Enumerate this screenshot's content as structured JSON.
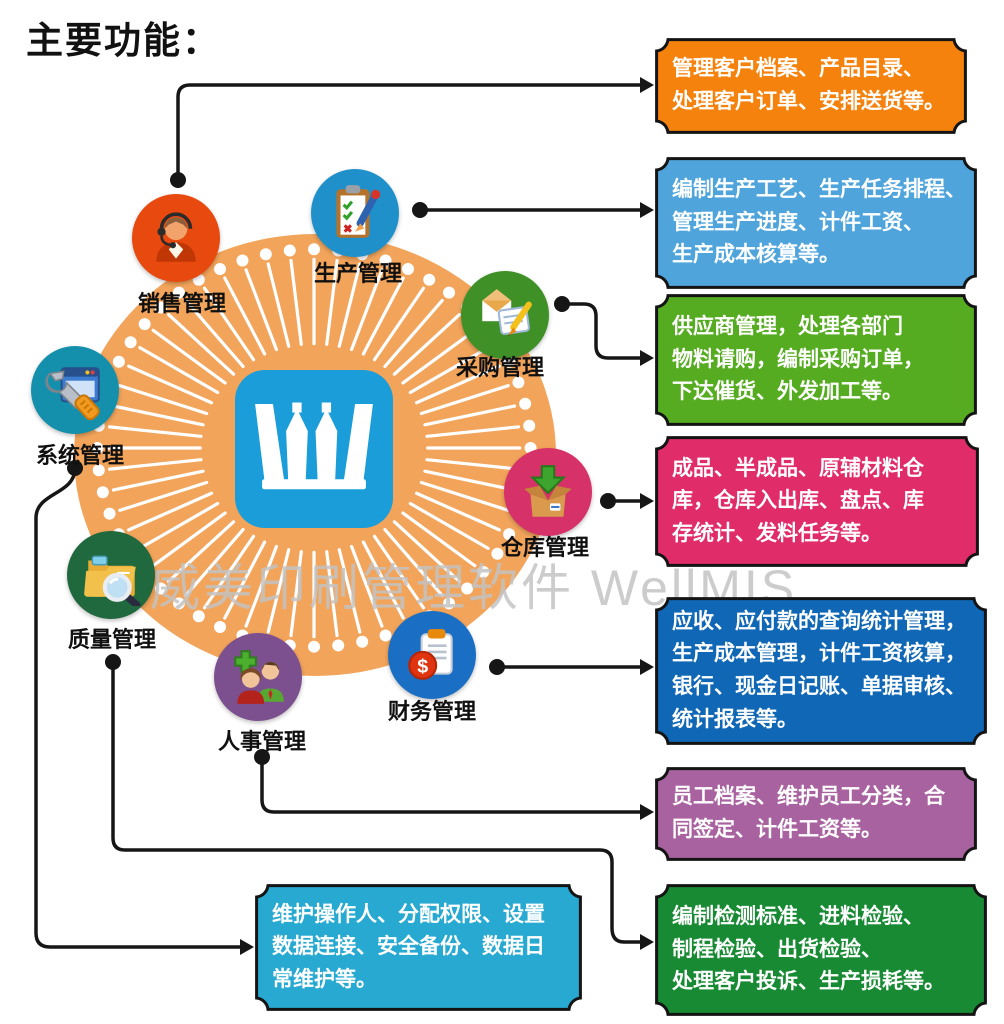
{
  "title": "主要功能：",
  "watermark": "威美印刷管理软件 WellMIS",
  "hub": {
    "color": "#F2A45B",
    "ray_color": "#FFFFFF",
    "logo_color": "#1B9DD9",
    "logo_letter": "W"
  },
  "modules": [
    {
      "label": "销售管理",
      "color": "#E8490F",
      "icon": "headset-person-icon"
    },
    {
      "label": "生产管理",
      "color": "#2090CB",
      "icon": "clipboard-check-icon"
    },
    {
      "label": "采购管理",
      "color": "#3F9027",
      "icon": "mail-pencil-icon"
    },
    {
      "label": "仓库管理",
      "color": "#D63168",
      "icon": "box-download-icon"
    },
    {
      "label": "财务管理",
      "color": "#1A6FC4",
      "icon": "dollar-note-icon"
    },
    {
      "label": "人事管理",
      "color": "#7C4F8E",
      "icon": "people-plus-icon"
    },
    {
      "label": "质量管理",
      "color": "#20683E",
      "icon": "folder-magnifier-icon"
    },
    {
      "label": "系统管理",
      "color": "#1590AC",
      "icon": "wrench-window-icon"
    }
  ],
  "function_boxes": [
    {
      "module": "销售管理",
      "color": "#F5820D",
      "lines": [
        "管理客户档案、产品目录、",
        "处理客户订单、安排送货等。"
      ]
    },
    {
      "module": "生产管理",
      "color": "#4FA5DB",
      "lines": [
        "编制生产工艺、生产任务排程、",
        "管理生产进度、计件工资、",
        "生产成本核算等。"
      ]
    },
    {
      "module": "采购管理",
      "color": "#55AC20",
      "lines": [
        "供应商管理，处理各部门",
        "物料请购，编制采购订单，",
        "下达催货、外发加工等。"
      ]
    },
    {
      "module": "仓库管理",
      "color": "#E02C68",
      "lines": [
        "成品、半成品、原辅材料仓",
        "库，仓库入出库、盘点、库",
        "存统计、发料任务等。"
      ]
    },
    {
      "module": "财务管理",
      "color": "#0F67B5",
      "lines": [
        "应收、应付款的查询统计管理，",
        "生产成本管理，计件工资核算，",
        "银行、现金日记账、单据审核、",
        "统计报表等。"
      ]
    },
    {
      "module": "人事管理",
      "color": "#A962A0",
      "lines": [
        "员工档案、维护员工分类，合",
        "同签定、计件工资等。"
      ]
    },
    {
      "module": "系统管理",
      "color": "#27A9D1",
      "lines": [
        "维护操作人、分配权限、设置",
        "数据连接、安全备份、数据日",
        "常维护等。"
      ]
    },
    {
      "module": "质量管理",
      "color": "#178A33",
      "lines": [
        "编制检测标准、进料检验、",
        "制程检验、出货检验、",
        "处理客户投诉、生产损耗等。"
      ]
    }
  ]
}
